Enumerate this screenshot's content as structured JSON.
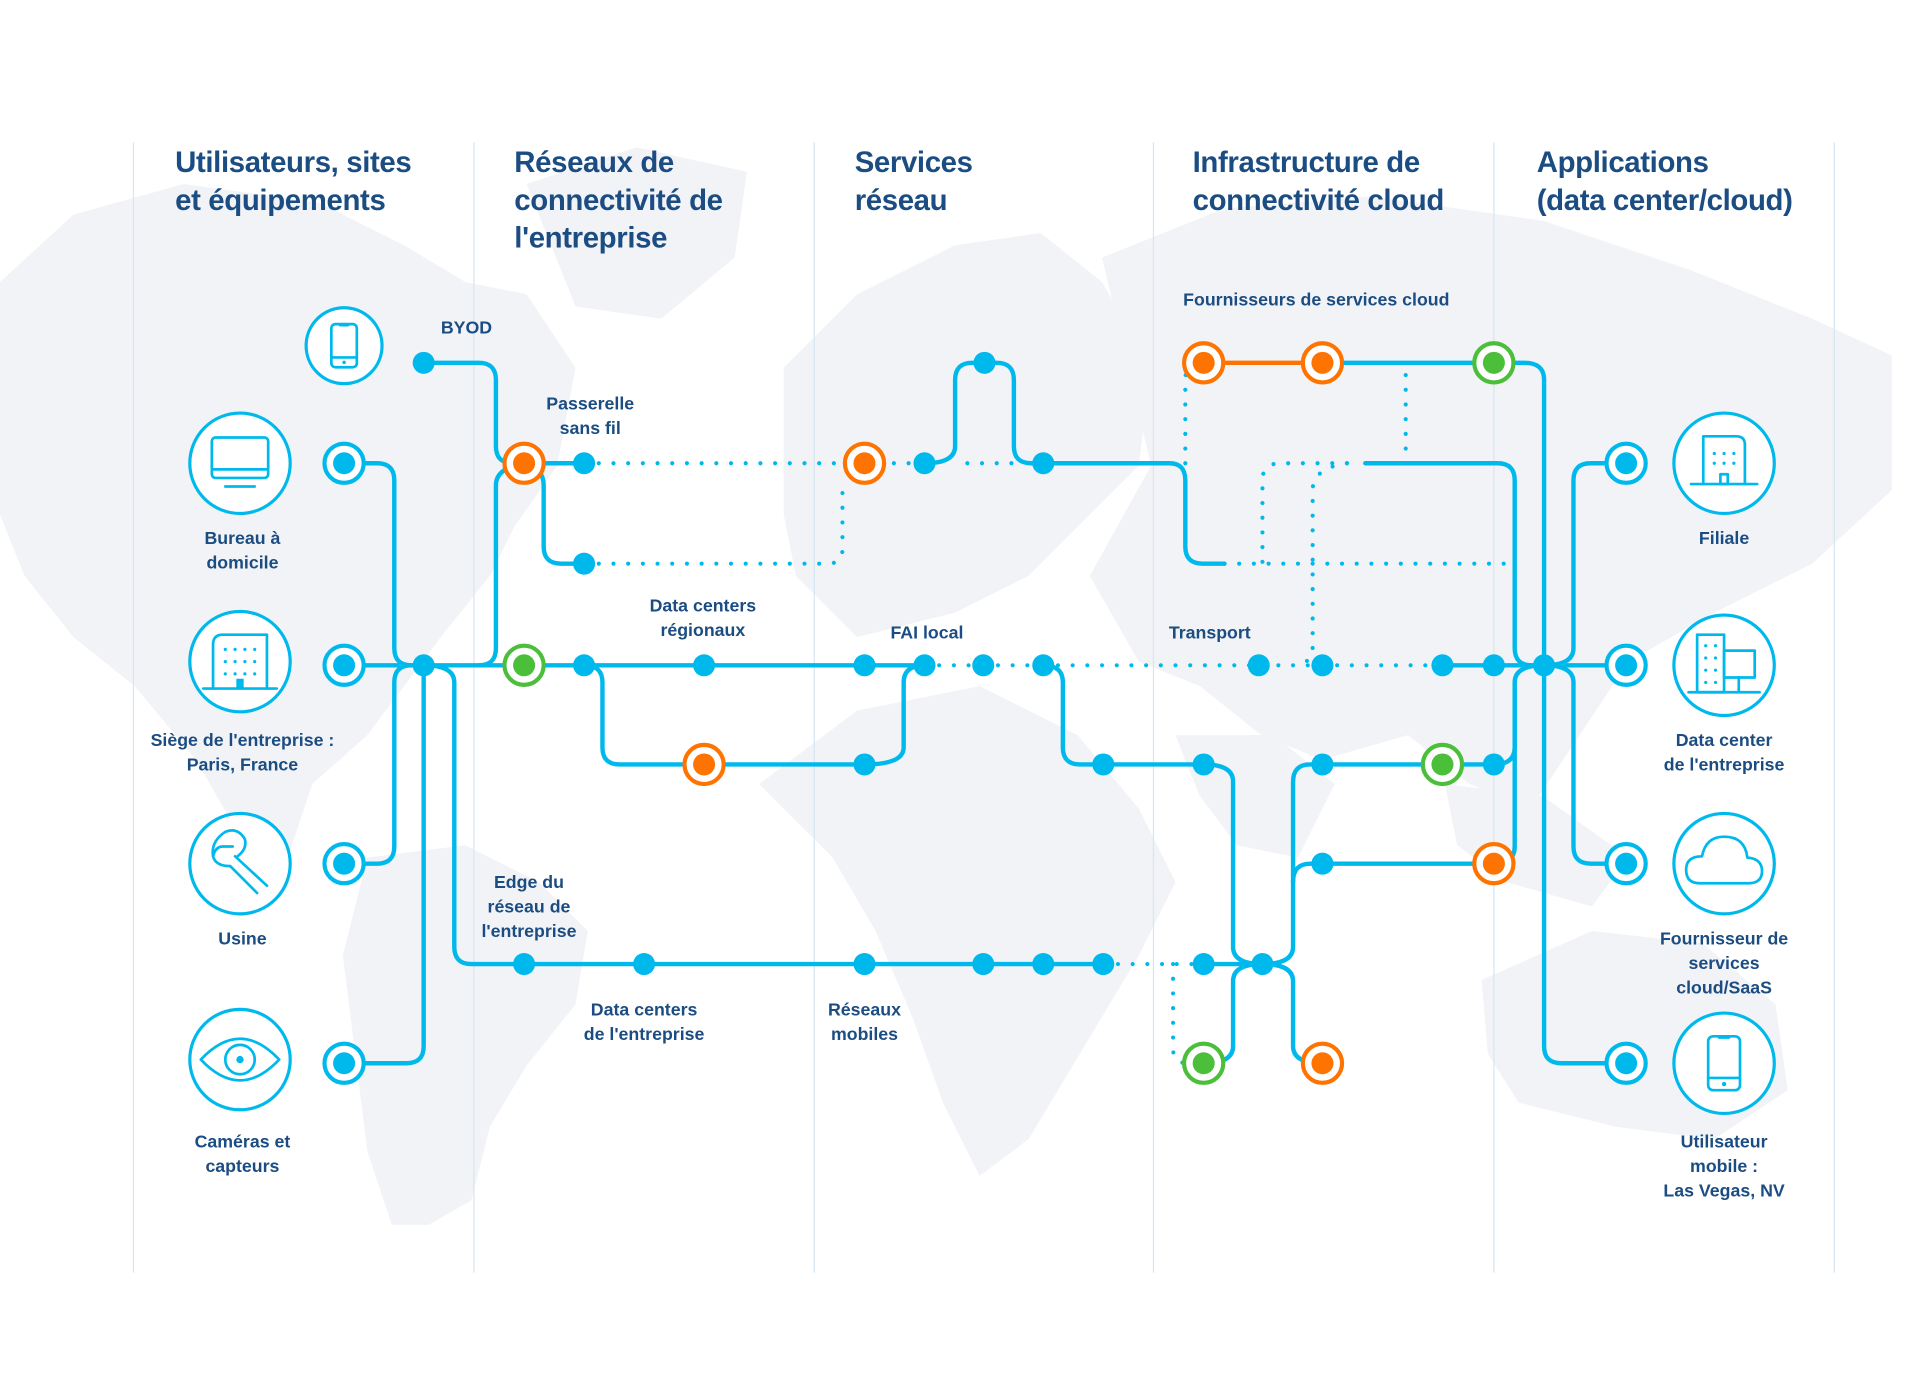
{
  "colors": {
    "line": "#00b9ec",
    "cloud_provider": "#ff7300",
    "secure_node": "#4cbf3a",
    "title": "#1b4c82",
    "background_map": "#f1f3f6"
  },
  "columns": [
    {
      "title_lines": [
        "Utilisateurs, sites",
        "et équipements"
      ]
    },
    {
      "title_lines": [
        "Réseaux de",
        "connectivité de",
        "l'entreprise"
      ]
    },
    {
      "title_lines": [
        "Services",
        "réseau"
      ]
    },
    {
      "title_lines": [
        "Infrastructure de",
        "connectivité cloud"
      ]
    },
    {
      "title_lines": [
        "Applications",
        "(data center/cloud)"
      ]
    }
  ],
  "left_endpoints": [
    {
      "id": "byod",
      "icon": "smartphone-icon",
      "label_lines": [
        "BYOD"
      ]
    },
    {
      "id": "home-office",
      "icon": "monitor-icon",
      "label_lines": [
        "Bureau à",
        "domicile"
      ]
    },
    {
      "id": "headquarters",
      "icon": "office-building-icon",
      "label_lines": [
        "Siège de l'entreprise :",
        "Paris, France"
      ]
    },
    {
      "id": "factory",
      "icon": "wrench-icon",
      "label_lines": [
        "Usine"
      ]
    },
    {
      "id": "cameras",
      "icon": "eye-icon",
      "label_lines": [
        "Caméras et",
        "capteurs"
      ]
    }
  ],
  "right_endpoints": [
    {
      "id": "branch",
      "icon": "branch-building-icon",
      "label_lines": [
        "Filiale"
      ]
    },
    {
      "id": "datacenter",
      "icon": "datacenter-icon",
      "label_lines": [
        "Data center",
        "de l'entreprise"
      ]
    },
    {
      "id": "saas",
      "icon": "cloud-icon",
      "label_lines": [
        "Fournisseur de",
        "services",
        "cloud/SaaS"
      ]
    },
    {
      "id": "mobile-user",
      "icon": "smartphone-icon",
      "label_lines": [
        "Utilisateur",
        "mobile :",
        "Las Vegas, NV"
      ]
    }
  ],
  "network_labels": [
    {
      "id": "wireless-gateway",
      "lines": [
        "Passerelle",
        "sans fil"
      ]
    },
    {
      "id": "regional-datacenters",
      "lines": [
        "Data centers",
        "régionaux"
      ]
    },
    {
      "id": "local-isp",
      "lines": [
        "FAI local"
      ]
    },
    {
      "id": "transport",
      "lines": [
        "Transport"
      ]
    },
    {
      "id": "cloud-service-providers",
      "lines": [
        "Fournisseurs de services cloud"
      ]
    },
    {
      "id": "enterprise-edge",
      "lines": [
        "Edge du",
        "réseau de",
        "l'entreprise"
      ]
    },
    {
      "id": "enterprise-datacenters",
      "lines": [
        "Data centers",
        "de l'entreprise"
      ]
    },
    {
      "id": "mobile-networks",
      "lines": [
        "Réseaux",
        "mobiles"
      ]
    }
  ]
}
